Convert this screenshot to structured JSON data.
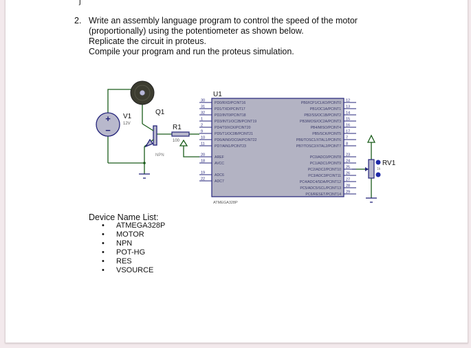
{
  "document": {
    "stray_char": "j",
    "question_number": "2.",
    "question_lines": [
      "Write an assembly language program to control the speed of the motor",
      "(proportionally) using the potentiometer as shown below.",
      "Replicate the circuit in proteus.",
      "Compile your program and run the proteus simulation."
    ],
    "device_list_title": "Device Name List:",
    "device_list": [
      "ATMEGA328P",
      "MOTOR",
      "NPN",
      "POT-HG",
      "RES",
      "VSOURCE"
    ]
  },
  "schematic": {
    "colors": {
      "wire": "#1a5c1a",
      "component_fill": "#b8b8cc",
      "component_stroke": "#23237a",
      "motor_fill": "#3c3c30",
      "chip_fill": "#b3b3c3",
      "pin_dot": "#1f2aa8"
    },
    "v1": {
      "ref": "V1",
      "value": "12V",
      "plus": "+",
      "minus": "−"
    },
    "q1": {
      "ref": "Q1",
      "type": "NPN"
    },
    "r1": {
      "ref": "R1",
      "value": "100"
    },
    "rv1": {
      "ref": "RV1",
      "value": "1k"
    },
    "u1": {
      "ref": "U1",
      "part": "ATMEGA328P",
      "left_pins": [
        {
          "num": "30",
          "label": "PD0/RXD/PCINT16"
        },
        {
          "num": "31",
          "label": "PD1/TXD/PCINT17"
        },
        {
          "num": "32",
          "label": "PD2/INT0/PCINT18"
        },
        {
          "num": "1",
          "label": "PD3/INT1/OC2B/PCINT19"
        },
        {
          "num": "2",
          "label": "PD4/T0/XCK/PCINT20"
        },
        {
          "num": "9",
          "label": "PD5/T1/OC0B/PCINT21"
        },
        {
          "num": "10",
          "label": "PD6/AIN0/OC0A/PCINT22"
        },
        {
          "num": "11",
          "label": "PD7/AIN1/PCINT23"
        }
      ],
      "left_pins_lower": [
        {
          "num": "20",
          "label": "AREF"
        },
        {
          "num": "18",
          "label": "AVCC"
        },
        {
          "num": "19",
          "label": "ADC6"
        },
        {
          "num": "22",
          "label": "ADC7"
        }
      ],
      "right_pins": [
        {
          "num": "12",
          "label": "PB0/ICP1/CLKO/PCINT0"
        },
        {
          "num": "13",
          "label": "PB1/OC1A/PCINT1"
        },
        {
          "num": "14",
          "label": "PB2/SS/OC1B/PCINT2"
        },
        {
          "num": "15",
          "label": "PB3/MOSI/OC2A/PCINT3"
        },
        {
          "num": "16",
          "label": "PB4/MISO/PCINT4"
        },
        {
          "num": "17",
          "label": "PB5/SCK/PCINT5"
        },
        {
          "num": "7",
          "label": "PB6/TOSC1/XTAL1/PCINT6"
        },
        {
          "num": "8",
          "label": "PB7/TOSC2/XTAL2/PCINT7"
        }
      ],
      "right_pins_lower": [
        {
          "num": "23",
          "label": "PC0/ADC0/PCINT8"
        },
        {
          "num": "24",
          "label": "PC1/ADC1/PCINT9"
        },
        {
          "num": "25",
          "label": "PC2/ADC2/PCINT10"
        },
        {
          "num": "26",
          "label": "PC3/ADC3/PCINT11"
        },
        {
          "num": "27",
          "label": "PC4/ADC4/SDA/PCINT12"
        },
        {
          "num": "28",
          "label": "PC5/ADC5/SCL/PCINT13"
        },
        {
          "num": "29",
          "label": "PC6/RESET/PCINT14"
        }
      ]
    }
  }
}
